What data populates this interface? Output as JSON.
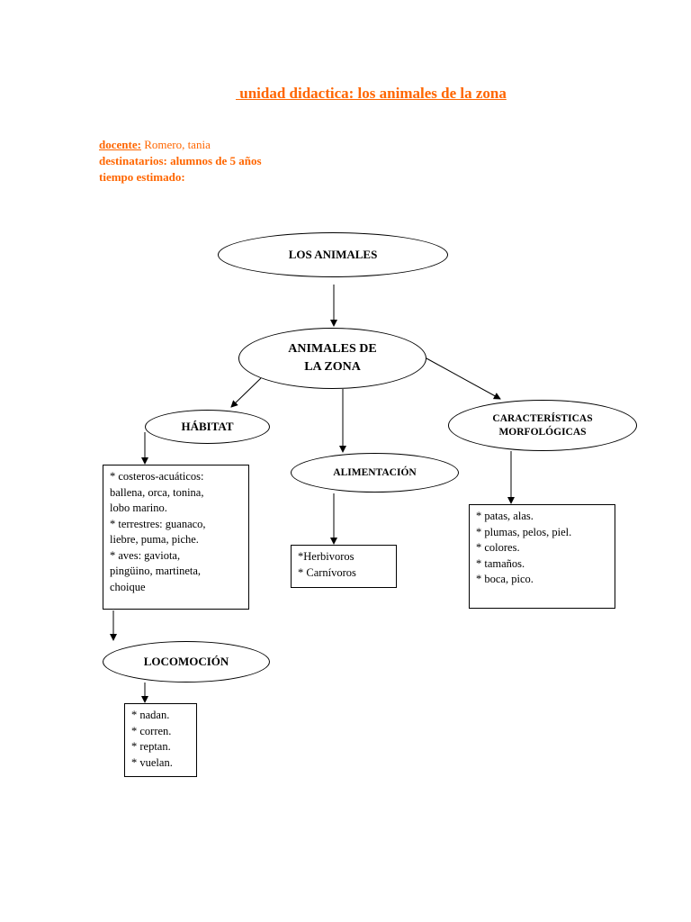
{
  "header": {
    "title": " unidad didactica: los animales de la zona",
    "docente_label": "docente:",
    "docente_value": " Romero, tania",
    "destinatarios": "destinatarios: alumnos de 5 años",
    "tiempo": "tiempo estimado:"
  },
  "nodes": {
    "los_animales": "LOS ANIMALES",
    "animales_zona_line1": "ANIMALES DE",
    "animales_zona_line2": "LA ZONA",
    "habitat": "HÁBITAT",
    "alimentacion": "ALIMENTACIÓN",
    "caracteristicas_line1": "CARACTERÍSTICAS",
    "caracteristicas_line2": "MORFOLÓGICAS",
    "locomocion": "LOCOMOCIÓN"
  },
  "boxes": {
    "habitat_items": [
      "* costeros-acuáticos:",
      "ballena, orca, tonina,",
      "lobo marino.",
      "* terrestres: guanaco,",
      "liebre, puma, piche.",
      "* aves: gaviota,",
      "pingüino, martineta,",
      "choique"
    ],
    "alimentacion_items": [
      "*Herbivoros",
      "* Carnívoros"
    ],
    "caracteristicas_items": [
      "* patas, alas.",
      "* plumas, pelos, piel.",
      "* colores.",
      "* tamaños.",
      "* boca, pico."
    ],
    "locomocion_items": [
      "* nadan.",
      "* corren.",
      "* reptan.",
      "* vuelan."
    ]
  }
}
